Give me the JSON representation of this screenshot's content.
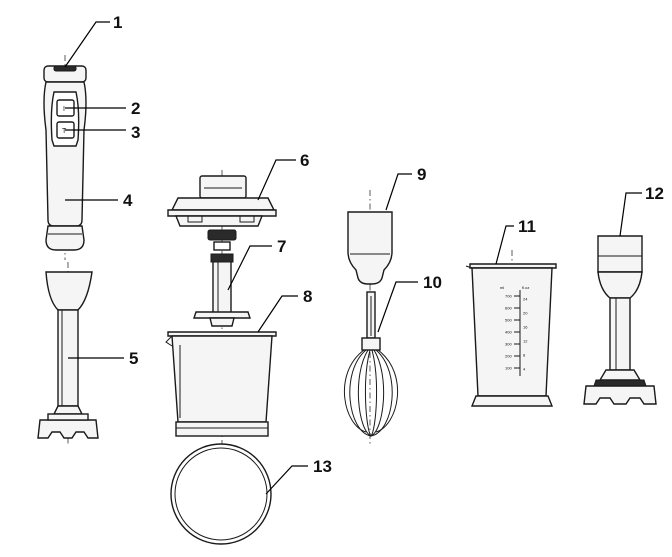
{
  "diagram": {
    "part_numbers": [
      "1",
      "2",
      "3",
      "4",
      "5",
      "6",
      "7",
      "8",
      "9",
      "10",
      "11",
      "12",
      "13"
    ],
    "button_marks": {
      "speed_1": "I",
      "turbo": "T"
    },
    "beaker_scale": {
      "left_units": "ml",
      "right_units": "fl.oz",
      "left_values": [
        "700",
        "600",
        "500",
        "400",
        "300",
        "200",
        "100"
      ],
      "right_values": [
        "24",
        "20",
        "16",
        "12",
        "8",
        "4"
      ]
    }
  }
}
